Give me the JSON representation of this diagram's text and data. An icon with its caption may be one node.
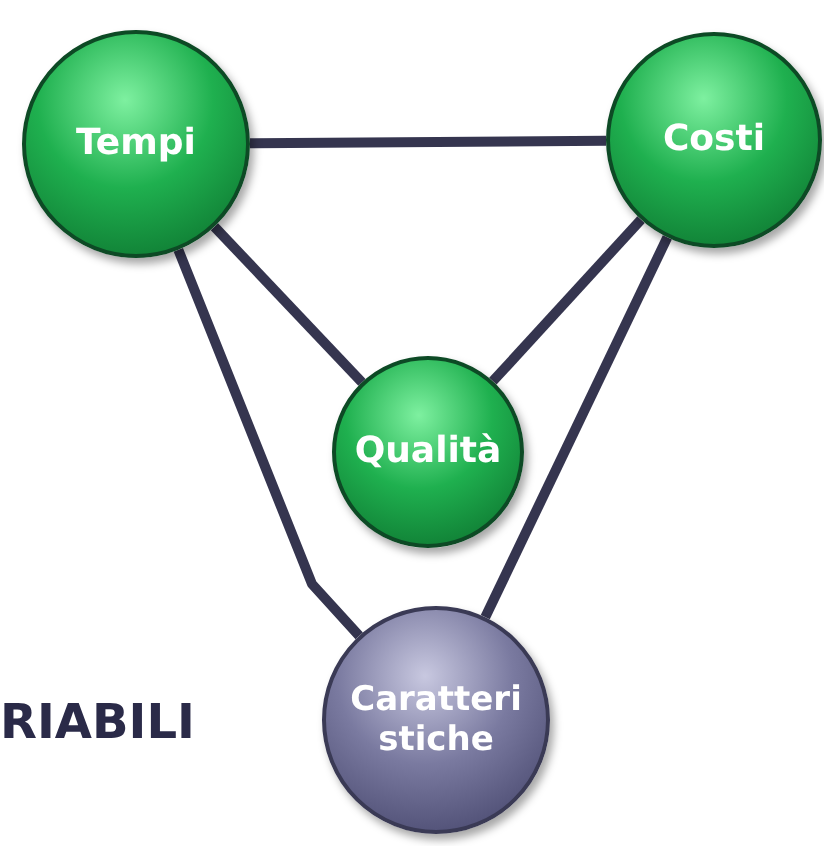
{
  "diagram": {
    "nodes": [
      {
        "text": [
          "Tempi"
        ]
      },
      {
        "text": [
          "Costi"
        ]
      },
      {
        "text": [
          "Qualità"
        ]
      },
      {
        "text": [
          "Caratteri stiche"
        ]
      }
    ],
    "edges": [
      {
        "from": 0,
        "to": 1,
        "arrow": "none"
      },
      {
        "from": 0,
        "to": 2,
        "arrow": "none"
      },
      {
        "from": 1,
        "to": 2,
        "arrow": "none"
      },
      {
        "from": 0,
        "to": 3,
        "arrow": "none"
      },
      {
        "from": 1,
        "to": 3,
        "arrow": "none"
      }
    ],
    "labels": [
      "RIABILI"
    ]
  }
}
